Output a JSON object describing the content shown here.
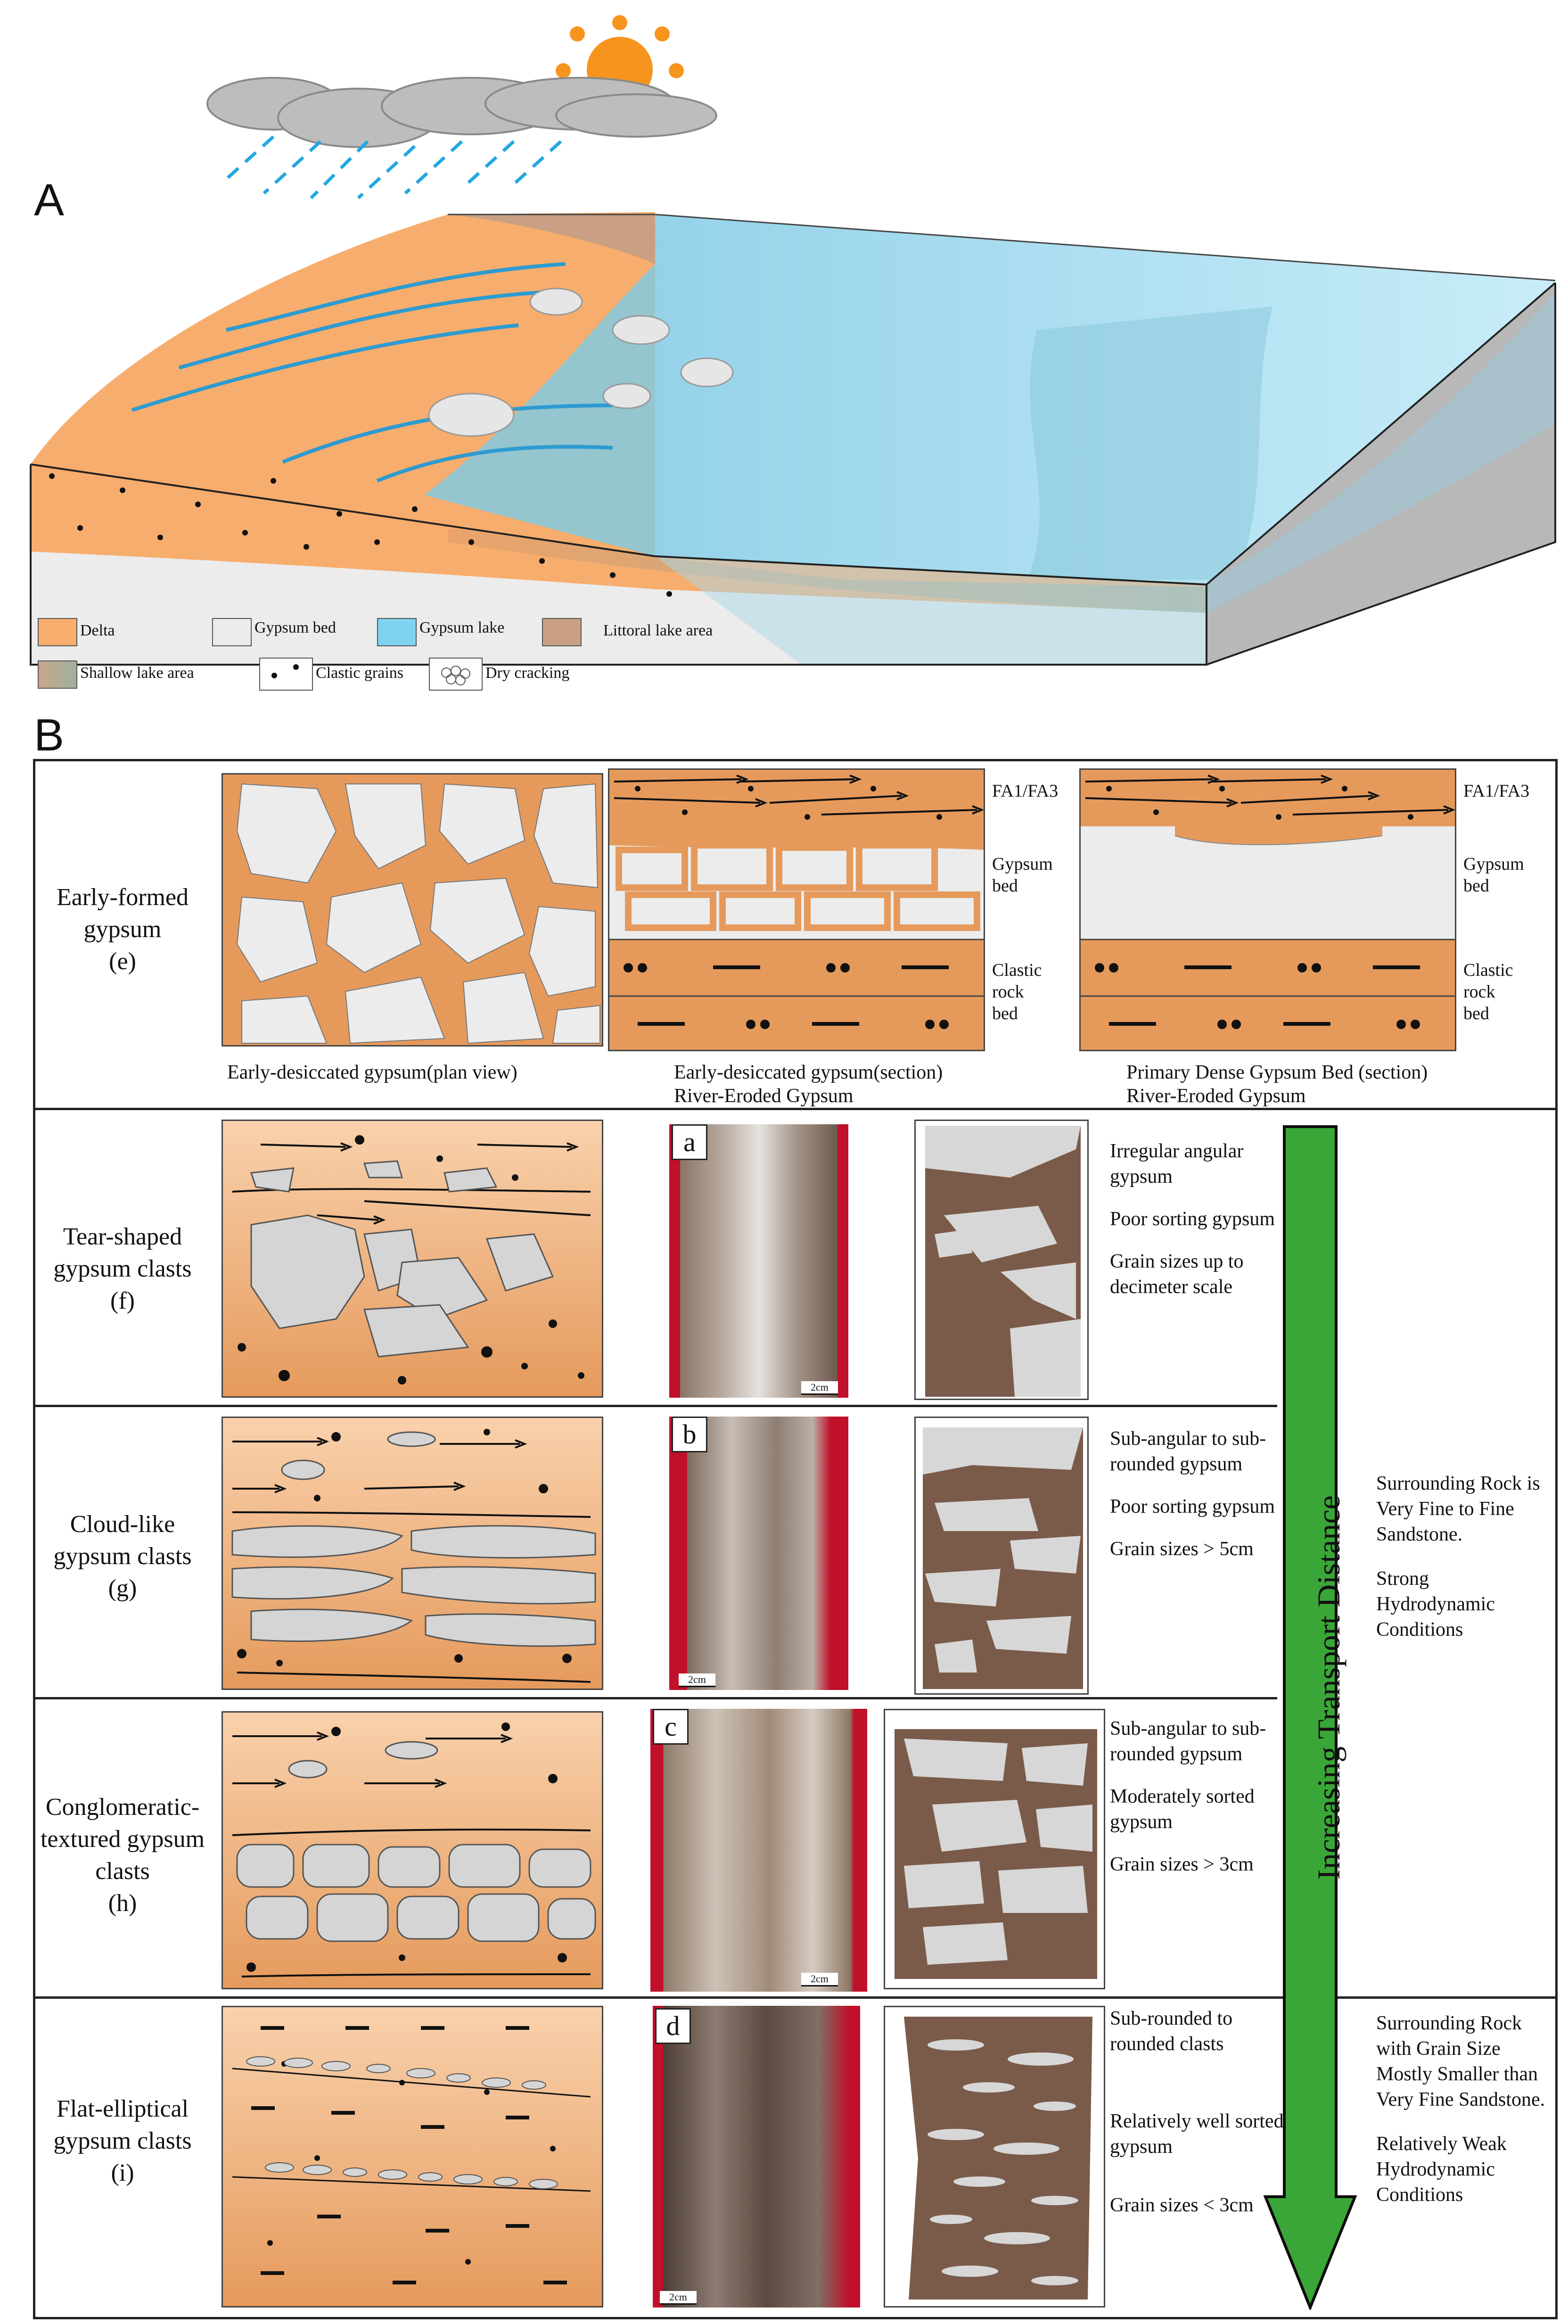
{
  "panel_a": {
    "letter": "A",
    "legend": {
      "delta": "Delta",
      "gypsum_bed": "Gypsum bed",
      "gypsum_lake": "Gypsum lake",
      "littoral": "Littoral lake area",
      "shallow": "Shallow lake area",
      "clastic": "Clastic grains",
      "dry": "Dry cracking"
    }
  },
  "panel_b": {
    "letter": "B",
    "colors": {
      "orange": "#e59a5c",
      "gypsum": "#ececec",
      "brown": "#7a5a49",
      "green": "#3aa637"
    },
    "rows": [
      {
        "title": "Early-formed gypsum",
        "code": "(e)"
      },
      {
        "title": "Tear-shaped gypsum clasts",
        "code": "(f)"
      },
      {
        "title": "Cloud-like gypsum clasts",
        "code": "(g)"
      },
      {
        "title": "Conglomeratic-textured gypsum clasts",
        "code": "(h)"
      },
      {
        "title": "Flat-elliptical gypsum clasts",
        "code": "(i)"
      }
    ],
    "early": {
      "cap1": "Early-desiccated gypsum(plan view)",
      "cap2a": "Early-desiccated gypsum(section)",
      "cap2b": "River-Eroded Gypsum",
      "cap3a": "Primary Dense Gypsum Bed (section)",
      "cap3b": "River-Eroded Gypsum",
      "fa": "FA1/FA3",
      "gyp_bed": "Gypsum bed",
      "clastic_bed": "Clastic rock bed"
    },
    "photos": {
      "labels": [
        "a",
        "b",
        "c",
        "d"
      ],
      "scale": "2cm"
    },
    "descriptions": [
      [
        "Irregular angular gypsum",
        "Poor sorting gypsum",
        "Grain sizes up to decimeter scale"
      ],
      [
        "Sub-angular to sub-rounded gypsum",
        "Poor sorting gypsum",
        "Grain sizes > 5cm"
      ],
      [
        "Sub-angular to sub-rounded gypsum",
        "Moderately sorted gypsum",
        "Grain sizes > 3cm"
      ],
      [
        "Sub-rounded to rounded clasts",
        "Relatively well sorted gypsum",
        "Grain sizes < 3cm"
      ]
    ],
    "arrow_label": "Increasing Transport Distance",
    "right_top": [
      "Surrounding Rock is Very Fine to Fine Sandstone.",
      "Strong Hydrodynamic Conditions"
    ],
    "right_bottom": [
      "Surrounding Rock with Grain Size Mostly Smaller than Very Fine Sandstone.",
      "Relatively Weak Hydrodynamic Conditions"
    ]
  }
}
